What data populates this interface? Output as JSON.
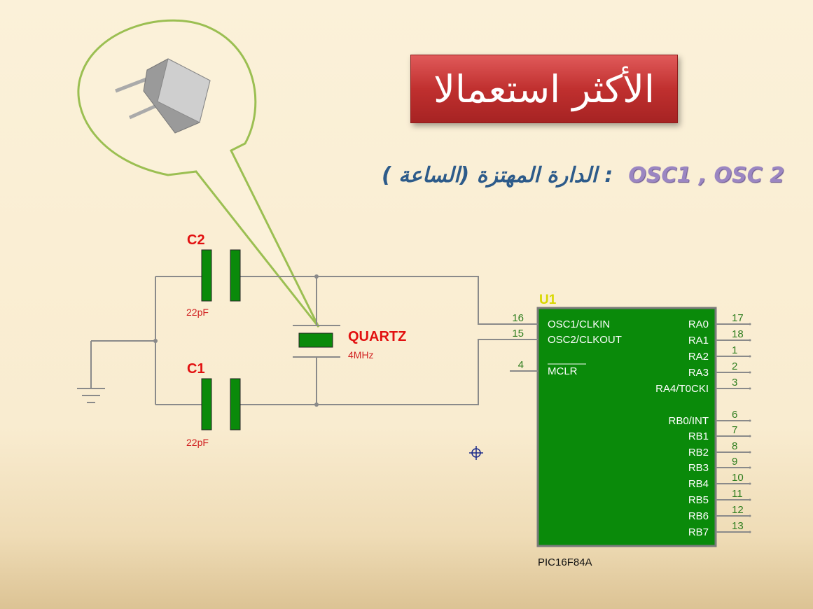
{
  "title": "الأكثر استعمالا",
  "subtitle": {
    "arabic": ": الدارة المهتزة  (الساعة )",
    "english": "OSC1 , OSC 2"
  },
  "components": {
    "c2": {
      "name": "C2",
      "value": "22pF"
    },
    "c1": {
      "name": "C1",
      "value": "22pF"
    },
    "quartz": {
      "name": "QUARTZ",
      "value": "4MHz"
    },
    "chip": {
      "ref": "U1",
      "part": "PIC16F84A"
    }
  },
  "left_pins": [
    {
      "num": "16",
      "label": "OSC1/CLKIN"
    },
    {
      "num": "15",
      "label": "OSC2/CLKOUT"
    },
    {
      "num": "4",
      "label": "MCLR"
    }
  ],
  "right_pins": [
    {
      "num": "17",
      "label": "RA0"
    },
    {
      "num": "18",
      "label": "RA1"
    },
    {
      "num": "1",
      "label": "RA2"
    },
    {
      "num": "2",
      "label": "RA3"
    },
    {
      "num": "3",
      "label": "RA4/T0CKI"
    },
    {
      "num": "6",
      "label": "RB0/INT"
    },
    {
      "num": "7",
      "label": "RB1"
    },
    {
      "num": "8",
      "label": "RB2"
    },
    {
      "num": "9",
      "label": "RB3"
    },
    {
      "num": "10",
      "label": "RB4"
    },
    {
      "num": "11",
      "label": "RB5"
    },
    {
      "num": "12",
      "label": "RB6"
    },
    {
      "num": "13",
      "label": "RB7"
    }
  ],
  "colors": {
    "chip_fill": "#0a8a0a",
    "wire": "#8a8a8a",
    "label_red": "#e21010",
    "pin_green": "#2e7d1e"
  }
}
